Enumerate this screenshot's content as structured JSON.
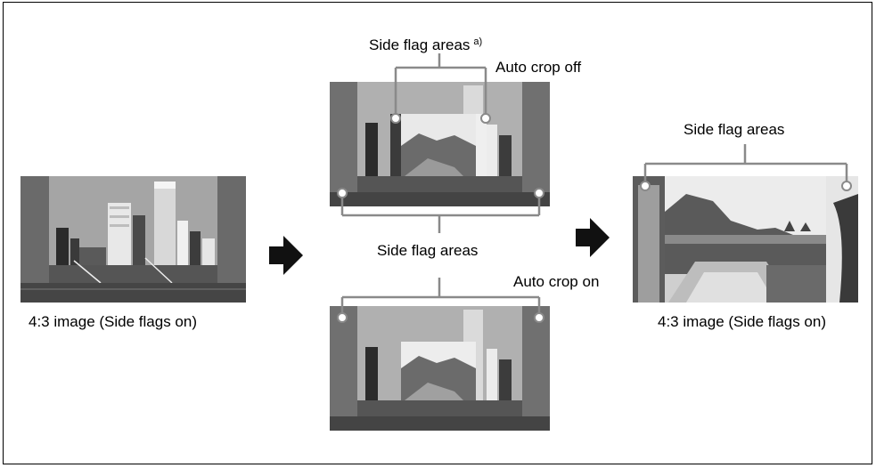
{
  "labels": {
    "side_flag_areas_top": "Side flag areas",
    "footnote_mark": "a)",
    "auto_crop_off": "Auto crop off",
    "side_flag_areas_middle": "Side flag areas",
    "auto_crop_on": "Auto crop on",
    "side_flag_areas_right": "Side flag areas",
    "left_caption": "4:3 image (Side flags on)",
    "right_caption": "4:3 image (Side flags on)"
  },
  "images": {
    "left": "city-harbor-photo",
    "top_center": "city-photo-with-inset-coastal-picture",
    "bottom_center": "city-photo-with-inset-coastal-picture",
    "right": "coastal-cliffs-photo"
  },
  "arrows": [
    "arrow-right-icon",
    "arrow-right-icon"
  ],
  "colors": {
    "line": "#8a8a8a",
    "frame": "#000000",
    "arrow": "#111111"
  }
}
